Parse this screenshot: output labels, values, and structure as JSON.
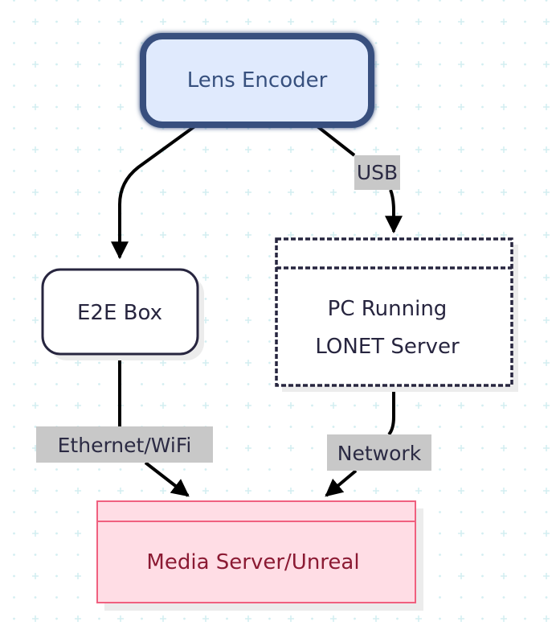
{
  "diagram": {
    "type": "flowchart",
    "nodes": [
      {
        "id": "lens-encoder",
        "label": "Lens Encoder",
        "style": "highlighted-rounded",
        "fill": "#e0eafd",
        "stroke": "#37507e",
        "text_color": "#37507e"
      },
      {
        "id": "e2e-box",
        "label": "E2E Box",
        "style": "rounded",
        "fill": "#ffffff",
        "stroke": "#27253f",
        "text_color": "#27253f"
      },
      {
        "id": "pc-lonet",
        "label_lines": [
          "PC Running",
          "LONET Server"
        ],
        "style": "dashed-container",
        "fill": "#ffffff",
        "stroke": "#27253f",
        "text_color": "#27253f"
      },
      {
        "id": "media-server",
        "label": "Media Server/Unreal",
        "style": "container",
        "fill": "#ffdde5",
        "stroke": "#f0607f",
        "text_color": "#8b1a33"
      }
    ],
    "edges": [
      {
        "from": "lens-encoder",
        "to": "e2e-box",
        "label": ""
      },
      {
        "from": "lens-encoder",
        "to": "pc-lonet",
        "label": "USB"
      },
      {
        "from": "e2e-box",
        "to": "media-server",
        "label": "Ethernet/WiFi"
      },
      {
        "from": "pc-lonet",
        "to": "media-server",
        "label": "Network"
      }
    ],
    "colors": {
      "edge": "#000000",
      "edge_label_bg": "#c8c8c8",
      "edge_label_text": "#2b2a43",
      "grid": "#d3eef1",
      "shadow": "#ececec"
    }
  }
}
